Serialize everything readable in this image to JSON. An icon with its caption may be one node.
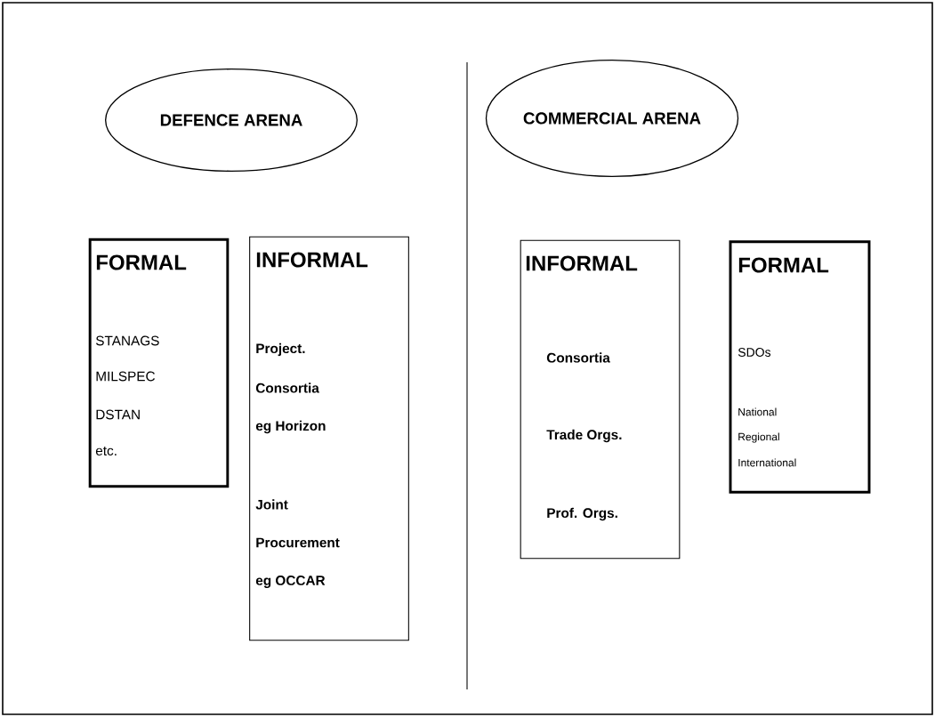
{
  "diagram": {
    "nodes": [
      {
        "text": [
          "DEFENCE ARENA"
        ]
      },
      {
        "text": [
          "COMMERCIAL ARENA"
        ]
      },
      {
        "text": [
          "FORMAL",
          "STANAGS",
          "MILSPEC",
          "DSTAN",
          "etc."
        ]
      },
      {
        "text": [
          "INFORMAL",
          "Project.",
          "Consortia",
          "eg Horizon",
          "Joint",
          "Procurement",
          "eg OCCAR"
        ]
      },
      {
        "text": [
          "INFORMAL",
          "Consortia",
          "Trade Orgs.",
          "Prof. Orgs."
        ]
      },
      {
        "text": [
          "FORMAL",
          "SDOs",
          "National",
          "Regional",
          "International"
        ]
      }
    ]
  }
}
